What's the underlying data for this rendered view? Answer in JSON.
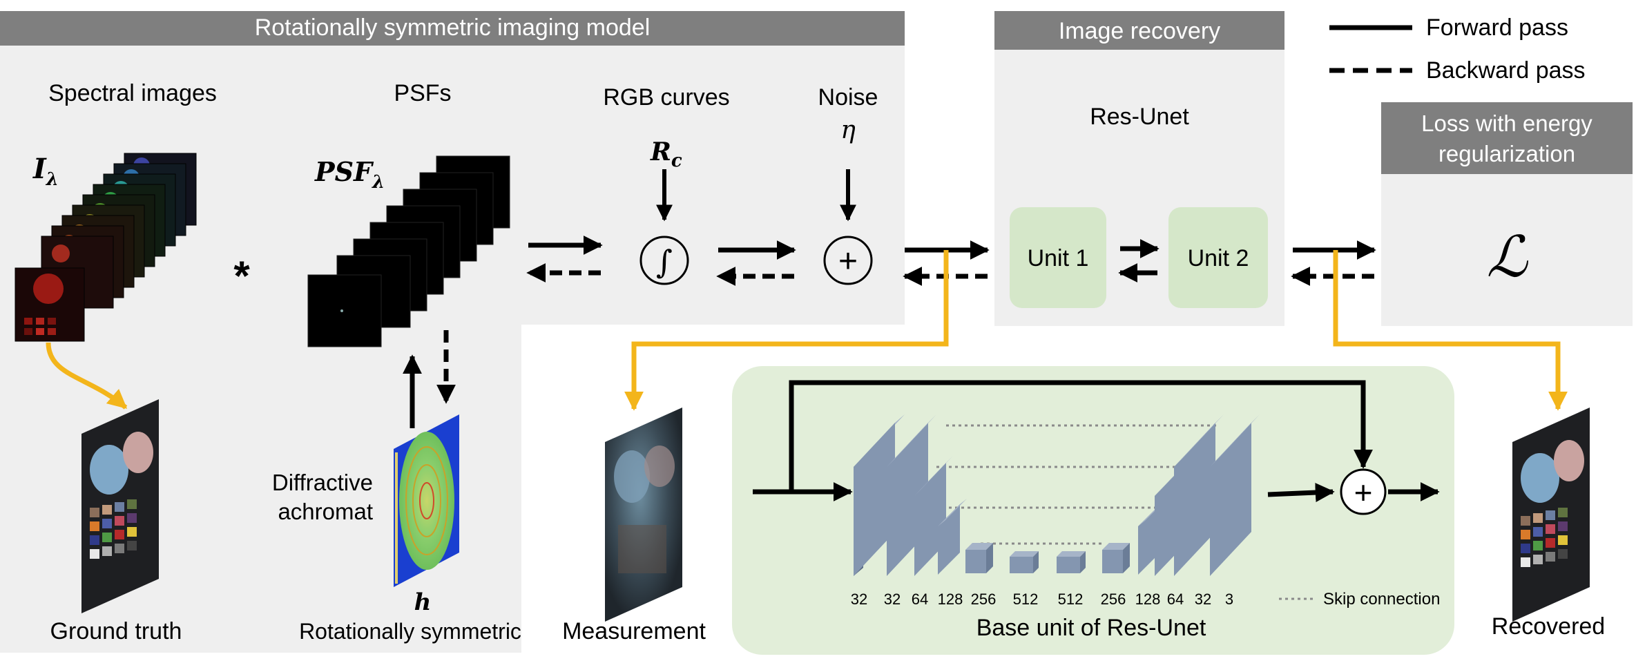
{
  "colors": {
    "panel_bg": "#efefef",
    "header_bg": "#7f7f7f",
    "header_text": "#ffffff",
    "green_bg": "#e2eed9",
    "unit_green": "#d5e7c9",
    "yellow_arrow": "#f3b51b",
    "block_blue": "#8496b0"
  },
  "imaging_model": {
    "header": "Rotationally symmetric imaging model",
    "spectral_images": "Spectral images",
    "spectral_symbol": "I",
    "spectral_sub": "λ",
    "psfs": "PSFs",
    "psf_symbol": "PSF",
    "psf_sub": "λ",
    "rgb_curves": "RGB curves",
    "rgb_symbol": "R",
    "rgb_sub": "c",
    "noise": "Noise",
    "noise_symbol": "η",
    "convolve": "*",
    "integral": "∫",
    "plus": "+",
    "diffractive_line1": "Diffractive",
    "diffractive_line2": "achromat",
    "h_symbol": "h",
    "rotationally_symmetric": "Rotationally symmetric",
    "ground_truth": "Ground truth"
  },
  "image_recovery": {
    "header": "Image recovery",
    "subtitle": "Res-Unet",
    "unit1": "Unit 1",
    "unit2": "Unit 2"
  },
  "loss": {
    "header_line1": "Loss with energy",
    "header_line2": "regularization",
    "symbol": "ℒ"
  },
  "legend": {
    "forward": "Forward pass",
    "backward": "Backward pass"
  },
  "bottom": {
    "measurement": "Measurement",
    "recovered": "Recovered",
    "base_unit": "Base unit of Res-Unet",
    "skip_connection": "Skip connection",
    "channels": [
      "32",
      "32",
      "64",
      "128",
      "256",
      "512",
      "512",
      "256",
      "128",
      "64",
      "32",
      "3"
    ],
    "plus": "+"
  }
}
